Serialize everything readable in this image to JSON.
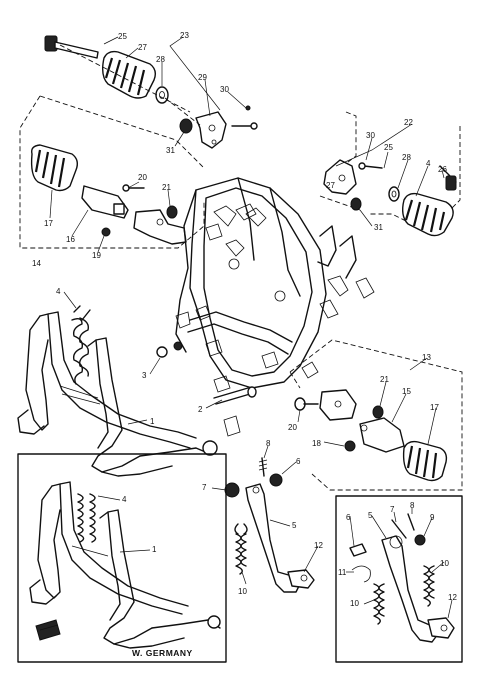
{
  "callouts": [
    {
      "id": "c25a",
      "text": "25"
    },
    {
      "id": "c27a",
      "text": "27"
    },
    {
      "id": "c23",
      "text": "23"
    },
    {
      "id": "c28a",
      "text": "28"
    },
    {
      "id": "c29",
      "text": "29"
    },
    {
      "id": "c30a",
      "text": "30"
    },
    {
      "id": "c31a",
      "text": "31"
    },
    {
      "id": "c20a",
      "text": "20"
    },
    {
      "id": "c21a",
      "text": "21"
    },
    {
      "id": "c17a",
      "text": "17"
    },
    {
      "id": "c16",
      "text": "16"
    },
    {
      "id": "c19",
      "text": "19"
    },
    {
      "id": "c14",
      "text": "14"
    },
    {
      "id": "c22",
      "text": "22"
    },
    {
      "id": "c30b",
      "text": "30"
    },
    {
      "id": "c25b",
      "text": "25"
    },
    {
      "id": "c28b",
      "text": "28"
    },
    {
      "id": "c4b",
      "text": "4"
    },
    {
      "id": "c26",
      "text": "26"
    },
    {
      "id": "c27b",
      "text": "27"
    },
    {
      "id": "c31b",
      "text": "31"
    },
    {
      "id": "c4a",
      "text": "4"
    },
    {
      "id": "c3",
      "text": "3"
    },
    {
      "id": "c1a",
      "text": "1"
    },
    {
      "id": "c2",
      "text": "2"
    },
    {
      "id": "c13",
      "text": "13"
    },
    {
      "id": "c21b",
      "text": "21"
    },
    {
      "id": "c15",
      "text": "15"
    },
    {
      "id": "c17b",
      "text": "17"
    },
    {
      "id": "c20b",
      "text": "20"
    },
    {
      "id": "c18",
      "text": "18"
    },
    {
      "id": "c8a",
      "text": "8"
    },
    {
      "id": "c6a",
      "text": "6"
    },
    {
      "id": "c7a",
      "text": "7"
    },
    {
      "id": "c5a",
      "text": "5"
    },
    {
      "id": "c12a",
      "text": "12"
    },
    {
      "id": "c10a",
      "text": "10"
    },
    {
      "id": "c4c",
      "text": "4"
    },
    {
      "id": "c1b",
      "text": "1"
    },
    {
      "id": "c6b",
      "text": "6"
    },
    {
      "id": "c5b",
      "text": "5"
    },
    {
      "id": "c7b",
      "text": "7"
    },
    {
      "id": "c8b",
      "text": "8"
    },
    {
      "id": "c9",
      "text": "9"
    },
    {
      "id": "c11",
      "text": "11"
    },
    {
      "id": "c10b",
      "text": "10"
    },
    {
      "id": "c10c",
      "text": "10"
    },
    {
      "id": "c12b",
      "text": "12"
    }
  ],
  "inset_caption": "W. GERMANY"
}
